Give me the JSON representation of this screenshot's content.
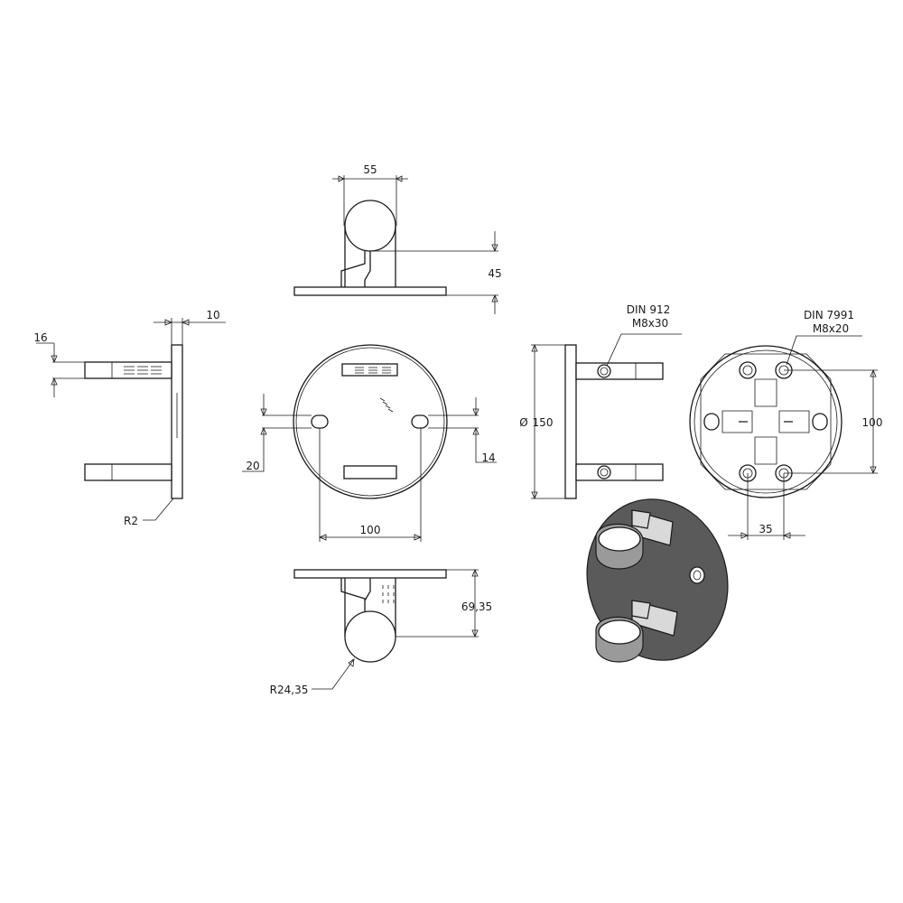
{
  "dimensions": {
    "top_width": "55",
    "top_height": "45",
    "side_plate": "10",
    "side_bar": "16",
    "side_radius": "R2",
    "front_slot_v": "20",
    "front_slot_h": "14",
    "front_spacing": "100",
    "diameter": "150",
    "diameter_symbol": "Ø",
    "back_spacing_v": "100",
    "back_spacing_h": "35",
    "bottom_height": "69,35",
    "bottom_radius": "R24,35"
  },
  "callouts": {
    "din912_line1": "DIN 912",
    "din912_line2": "M8x30",
    "din7991_line1": "DIN 7991",
    "din7991_line2": "M8x20"
  },
  "colors": {
    "line": "#1a1a1a",
    "metal_light": "#d9d9d9",
    "metal_mid": "#9a9a9a",
    "metal_dark": "#5a5a5a"
  }
}
